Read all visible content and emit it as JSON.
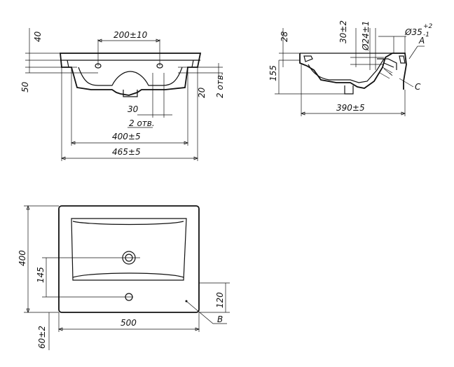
{
  "dimensions": {
    "top_hole_spacing": "200±10",
    "top_depth_40": "40",
    "top_height_50": "50",
    "top_width_30": "30",
    "top_holes_count_left": "2 отв.",
    "top_depth_20": "20",
    "top_holes_count_right": "2 отв.",
    "top_width_400": "400±5",
    "top_width_465": "465±5",
    "side_depth_28": "28",
    "side_height_155": "155",
    "side_offset_30": "30±2",
    "side_diameter_24": "Ø24±1",
    "side_diameter_35": "Ø35",
    "side_diameter_35_tol_upper": "+2",
    "side_diameter_35_tol_lower": "-1",
    "side_label_a": "A",
    "side_label_c": "C",
    "side_width_390": "390±5",
    "plan_height_400": "400",
    "plan_drain_145": "145",
    "plan_tap_120": "120",
    "plan_width_500": "500",
    "plan_edge_60": "60±2",
    "plan_label_b": "B"
  }
}
